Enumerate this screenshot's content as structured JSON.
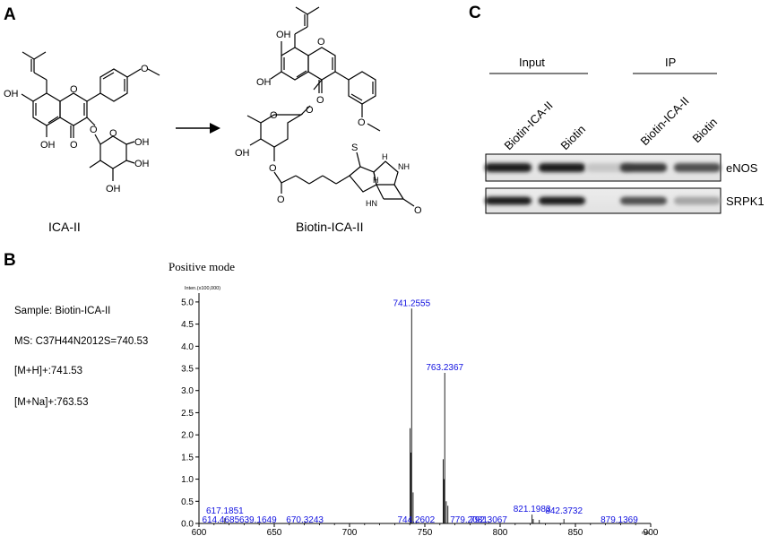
{
  "panels": {
    "a": {
      "label": "A",
      "left_compound": "ICA-II",
      "right_compound": "Biotin-ICA-II",
      "atoms": {
        "oh": "OH",
        "o": "O",
        "hn": "HN",
        "nh": "NH",
        "s": "S",
        "h": "H"
      }
    },
    "b": {
      "label": "B",
      "mode_title": "Positive mode",
      "sample": "Sample: Biotin-ICA-II",
      "ms": "MS: C37H44N2012S=740.53",
      "mh": "[M+H]+:741.53",
      "mna": "[M+Na]+:763.53",
      "yaxis_caption": "Inten.(x100,000)",
      "xaxis_caption": "m/z"
    },
    "c": {
      "label": "C",
      "input_header": "Input",
      "ip_header": "IP",
      "lanes": [
        "Biotin-ICA-II",
        "Biotin",
        "Biotin-ICA-II",
        "Biotin"
      ],
      "proteins": [
        "eNOS",
        "SRPK1"
      ],
      "band_intensity": {
        "eNOS": [
          0.95,
          0.95,
          0.15,
          0.8,
          0.7
        ],
        "SRPK1": [
          0.95,
          0.95,
          0.0,
          0.7,
          0.3
        ]
      }
    }
  },
  "chart_data": {
    "type": "bar",
    "title": "Positive mode",
    "xlabel": "m/z",
    "ylabel": "Inten.(x100,000)",
    "xlim": [
      600,
      900
    ],
    "ylim": [
      0,
      5.2
    ],
    "xticks": [
      600,
      650,
      700,
      750,
      800,
      850,
      900
    ],
    "yticks": [
      0.0,
      0.5,
      1.0,
      1.5,
      2.0,
      2.5,
      3.0,
      3.5,
      4.0,
      4.5,
      5.0
    ],
    "ytick_labels": [
      "0.0",
      "0.5",
      "1.0",
      "1.5",
      "2.0",
      "2.5",
      "3.0",
      "3.5",
      "4.0",
      "4.5",
      "5.0"
    ],
    "peaks": [
      {
        "mz": 614.4685,
        "intensity": 0.02
      },
      {
        "mz": 617.1851,
        "intensity": 0.12
      },
      {
        "mz": 639.1649,
        "intensity": 0.02
      },
      {
        "mz": 670.3243,
        "intensity": 0.05
      },
      {
        "mz": 740.2,
        "intensity": 2.15
      },
      {
        "mz": 740.8,
        "intensity": 1.6
      },
      {
        "mz": 741.2555,
        "intensity": 4.85
      },
      {
        "mz": 742.2,
        "intensity": 0.7
      },
      {
        "mz": 744.2602,
        "intensity": 0.05
      },
      {
        "mz": 762.2,
        "intensity": 1.45
      },
      {
        "mz": 762.8,
        "intensity": 1.0
      },
      {
        "mz": 763.2367,
        "intensity": 3.4
      },
      {
        "mz": 764.2,
        "intensity": 0.5
      },
      {
        "mz": 765.3,
        "intensity": 0.4
      },
      {
        "mz": 779.2081,
        "intensity": 0.03
      },
      {
        "mz": 792.3067,
        "intensity": 0.03
      },
      {
        "mz": 821.1983,
        "intensity": 0.2
      },
      {
        "mz": 822.0,
        "intensity": 0.1
      },
      {
        "mz": 826.0,
        "intensity": 0.08
      },
      {
        "mz": 842.3732,
        "intensity": 0.1
      },
      {
        "mz": 879.1369,
        "intensity": 0.02
      }
    ],
    "labels": [
      {
        "text": "741.2555",
        "mz": 741.2555,
        "y": 4.85
      },
      {
        "text": "763.2367",
        "mz": 763.2367,
        "y": 3.4
      },
      {
        "text": "821.1983",
        "mz": 821.1983,
        "y": 0.2
      },
      {
        "text": "617.1851",
        "mz": 617.1851,
        "y": 0.12
      },
      {
        "text": "670.3243",
        "mz": 670.3243,
        "y": 0.05
      },
      {
        "text": "779.2081",
        "mz": 779.2081,
        "y": 0.03
      },
      {
        "text": "842.3732",
        "mz": 842.3732,
        "y": 0.1
      },
      {
        "text": "614.4685",
        "mz": 614.4685,
        "y": 0.02
      },
      {
        "text": "639.1649",
        "mz": 639.1649,
        "y": 0.02
      },
      {
        "text": "744.2602",
        "mz": 744.2602,
        "y": 0.05
      },
      {
        "text": "792.3067",
        "mz": 792.3067,
        "y": 0.03
      },
      {
        "text": "879.1369",
        "mz": 879.1369,
        "y": 0.02
      }
    ]
  }
}
